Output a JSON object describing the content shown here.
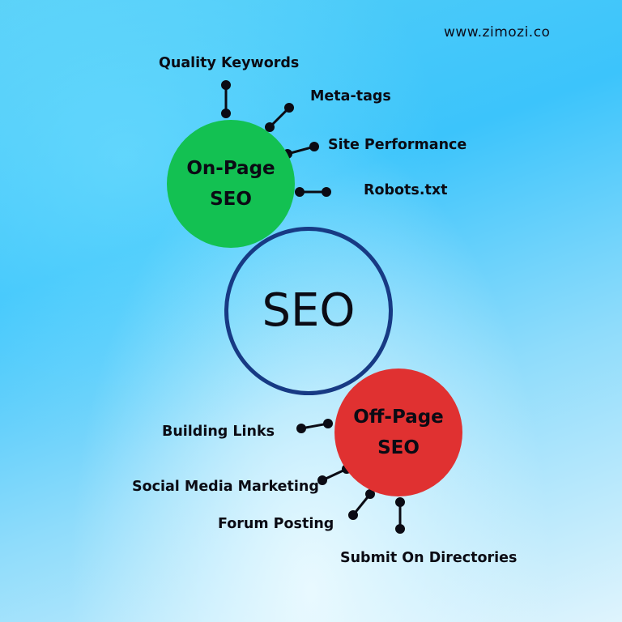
{
  "website": "www.zimozi.co",
  "center": {
    "label": "SEO"
  },
  "on_page": {
    "label": "On-Page\nSEO",
    "color": "#13c152",
    "items": [
      "Quality Keywords",
      "Meta-tags",
      "Site Performance",
      "Robots.txt"
    ]
  },
  "off_page": {
    "label": "Off-Page\nSEO",
    "color": "#e03131",
    "items": [
      "Building Links",
      "Social Media Marketing",
      "Forum Posting",
      "Submit On Directories"
    ]
  },
  "colors": {
    "center_ring": "#173a84",
    "connector": "#0b0b14"
  }
}
